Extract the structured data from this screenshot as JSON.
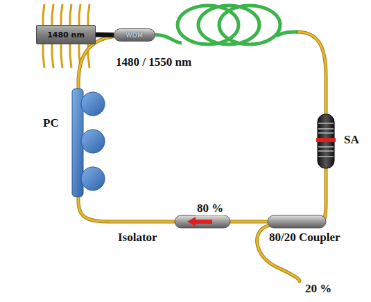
{
  "diagram": {
    "nodes": [
      {
        "text": [
          "1480 nm"
        ]
      },
      {
        "text": [
          "WDM"
        ]
      }
    ],
    "edges": [
      {
        "from": 0,
        "to": 1,
        "arrow": "none"
      }
    ],
    "labels": [
      "1480 / 1550 nm",
      "PC",
      "SA",
      "80 %",
      "Isolator",
      "80/20 Coupler",
      "20 %"
    ]
  }
}
